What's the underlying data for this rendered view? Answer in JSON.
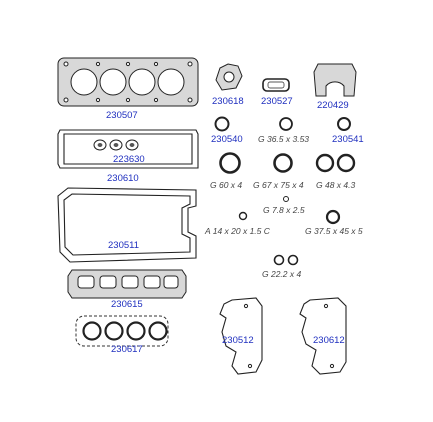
{
  "colors": {
    "code": "#1f2fbf",
    "spec": "#444444",
    "stroke": "#222222",
    "fill": "#d8d8d8"
  },
  "parts": {
    "head_gasket": "230507",
    "cover_gasket": "230610",
    "valve_seals": "223630",
    "oil_pan_gasket": "230511",
    "manifold_gasket": "230615",
    "rings_set": "230617",
    "small_flange": "230618",
    "oval_gasket": "230527",
    "rear_seal": "220429",
    "oring_left": "230540",
    "oring_right": "230541",
    "front_cover_left": "230512",
    "front_cover_right": "230612"
  },
  "specs": {
    "g_36": "G 36.5 x 3.53",
    "g_60": "G 60 x 4",
    "g_67": "G 67 x 75 x 4",
    "g_48": "G 48 x 4.3",
    "g_7": "G 7.8 x 2.5",
    "a_14": "A 14 x 20 x 1.5 C",
    "g_37": "G 37.5 x 45 x 5",
    "g_22": "G 22.2 x 4"
  }
}
